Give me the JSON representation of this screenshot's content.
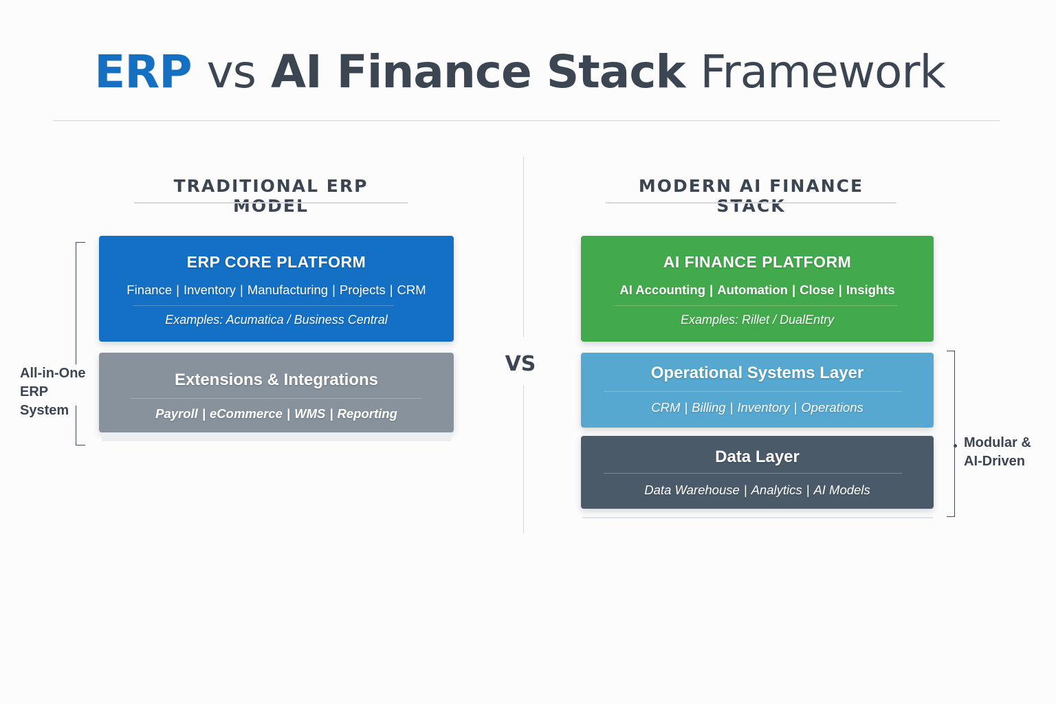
{
  "title": {
    "part1": "ERP",
    "part2": "vs",
    "part3": "AI Finance Stack",
    "part4": "Framework"
  },
  "colors": {
    "erp_blue": "#1470c4",
    "extensions_gray": "#87929c",
    "ai_green": "#42aa4c",
    "operational_blue": "#56a8d0",
    "data_slate": "#4b5a69",
    "text_dark": "#3b4652"
  },
  "left_column": {
    "heading": "TRADITIONAL ERP MODEL",
    "bracket_label_line1": "All-in-One",
    "bracket_label_line2": "ERP System",
    "core": {
      "title": "ERP CORE PLATFORM",
      "items": [
        "Finance",
        "Inventory",
        "Manufacturing",
        "Projects",
        "CRM"
      ],
      "examples": "Examples: Acumatica / Business Central"
    },
    "extensions": {
      "title": "Extensions & Integrations",
      "items": [
        "Payroll",
        "eCommerce",
        "WMS",
        "Reporting"
      ]
    }
  },
  "divider_label": "VS",
  "right_column": {
    "heading": "MODERN AI FINANCE STACK",
    "bracket_label_line1": "Modular &",
    "bracket_label_line2": "AI-Driven",
    "core": {
      "title": "AI FINANCE PLATFORM",
      "items": [
        "AI Accounting",
        "Automation",
        "Close",
        "Insights"
      ],
      "examples": "Examples: Rillet / DualEntry"
    },
    "operational": {
      "title": "Operational Systems Layer",
      "items": [
        "CRM",
        "Billing",
        "Inventory",
        "Operations"
      ]
    },
    "data": {
      "title": "Data Layer",
      "items": [
        "Data Warehouse",
        "Analytics",
        "AI Models"
      ]
    }
  }
}
